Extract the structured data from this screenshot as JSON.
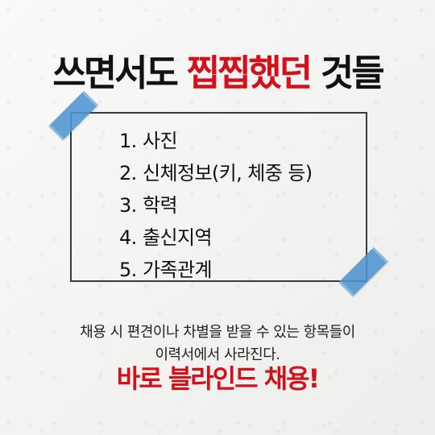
{
  "headline": {
    "part1": "쓰면서도 ",
    "part2": "찝찝했던",
    "part3": " 것들"
  },
  "list": [
    {
      "number": "1.",
      "label": "사진"
    },
    {
      "number": "2.",
      "label": "신체정보(키, 체중 등)"
    },
    {
      "number": "3.",
      "label": "학력"
    },
    {
      "number": "4.",
      "label": "출신지역"
    },
    {
      "number": "5.",
      "label": "가족관계"
    }
  ],
  "body": {
    "line1": "채용 시 편견이나 차별을 받을 수 있는 항목들이",
    "line2": "이력서에서 사라진다."
  },
  "cta": "바로 블라인드 채용!",
  "colors": {
    "accent": "#d4111b",
    "tape": "#4d94d0",
    "text": "#111111"
  }
}
